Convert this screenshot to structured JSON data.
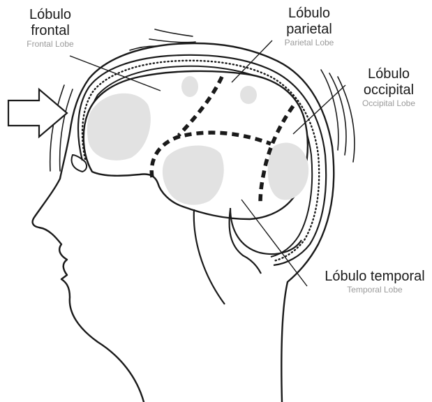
{
  "labels": {
    "frontal": {
      "es_1": "Lóbulo",
      "es_2": "frontal",
      "en": "Frontal Lobe"
    },
    "parietal": {
      "es_1": "Lóbulo",
      "es_2": "parietal",
      "en": "Parietal Lobe"
    },
    "occipital": {
      "es_1": "Lóbulo",
      "es_2": "occipital",
      "en": "Occipital Lobe"
    },
    "temporal": {
      "es_1": "Lóbulo temporal",
      "en": "Temporal Lobe"
    }
  },
  "colors": {
    "outline": "#1a1a1a",
    "region_fill": "#e2e2e2",
    "english_label": "#9a9a9a"
  },
  "icons": {
    "arrow": "forehead-arrow-icon"
  }
}
